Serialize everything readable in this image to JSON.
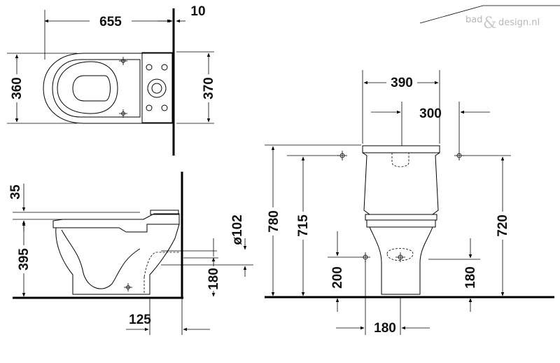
{
  "watermark": {
    "text_left": "bad",
    "ampersand": "&",
    "text_right": "design.nl"
  },
  "top_view": {
    "width_dim": "655",
    "wall_dim": "10",
    "seat_depth_dim": "360",
    "tank_depth_dim": "370"
  },
  "side_view": {
    "seat_thickness_dim": "35",
    "seat_height_dim": "395",
    "outlet_diameter_dim": "ø102",
    "outlet_height_dim": "180",
    "wall_offset_dim": "125"
  },
  "front_view": {
    "tank_width_dim": "390",
    "fixing_spacing_dim": "300",
    "total_height_dim": "780",
    "fixing_height_dim": "715",
    "tank_height_dim": "720",
    "base_fixing_height_dim": "200",
    "inlet_height_dim": "180",
    "base_fixing_spacing_dim": "180"
  }
}
